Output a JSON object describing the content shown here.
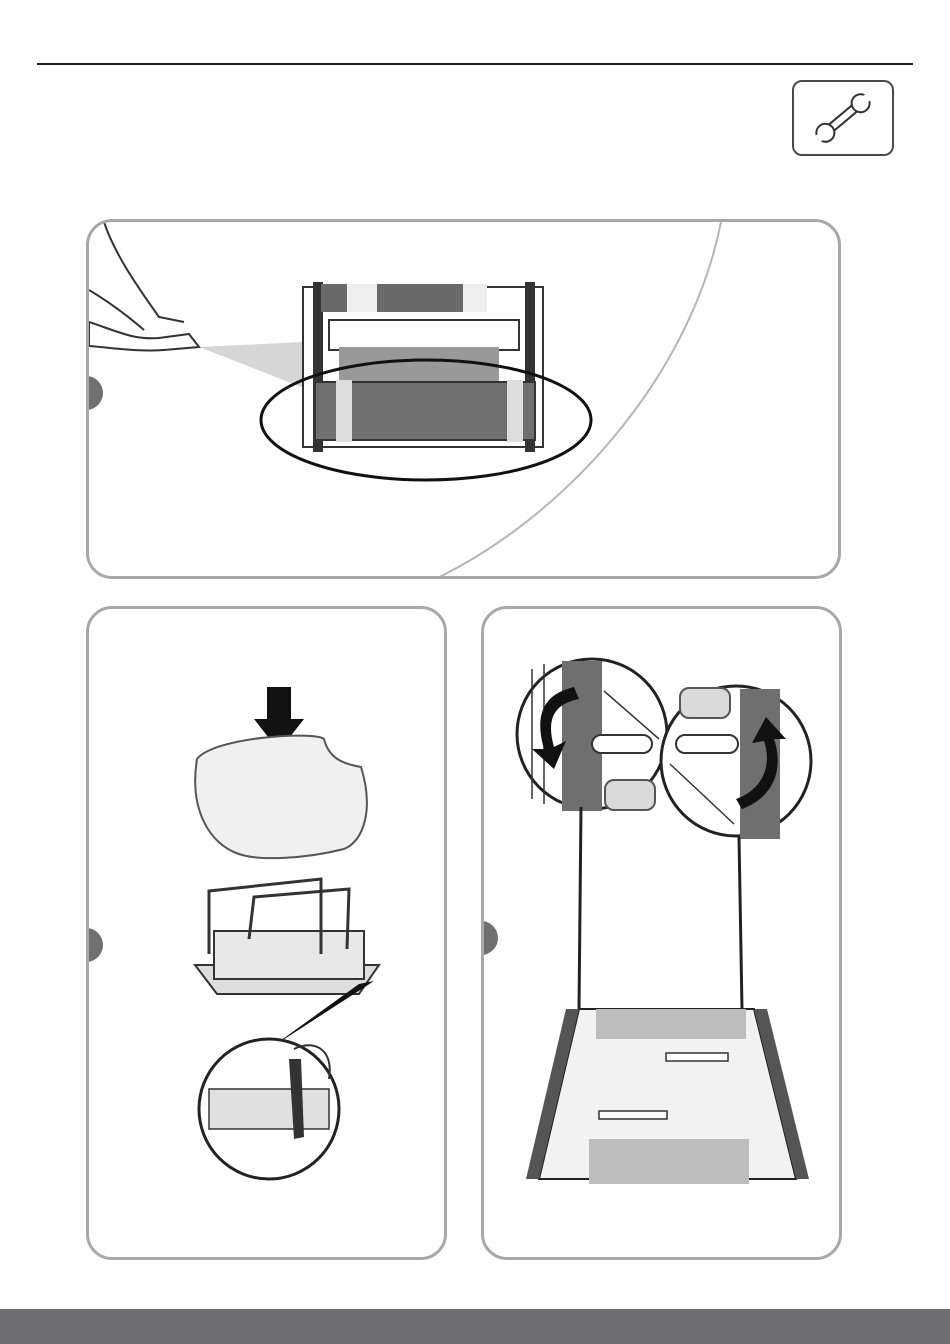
{
  "page": {
    "tool_icon": "wrench-icon",
    "accent_gray": "#707070",
    "panel_border": "#a8a8a8",
    "footer_color": "#6e6e71"
  },
  "panels": [
    {
      "name": "brush-rinse-panel",
      "icon": "hose-spray-illustration"
    },
    {
      "name": "filter-basket-panel",
      "icon": "filter-basket-illustration"
    },
    {
      "name": "track-rotation-panel",
      "icon": "track-rotation-illustration"
    }
  ]
}
